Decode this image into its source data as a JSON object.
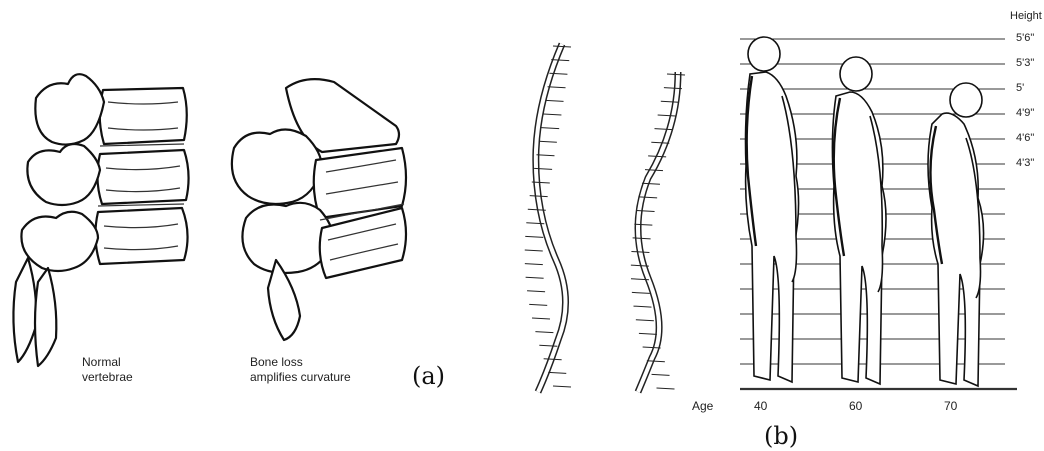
{
  "panel_a": {
    "label": "(a)",
    "left_caption": [
      "Normal",
      "vertebrae"
    ],
    "right_caption": [
      "Bone loss",
      "amplifies curvature"
    ]
  },
  "panel_b": {
    "label": "(b)",
    "height_title": "Height",
    "height_marks": [
      "5'6\"",
      "5'3\"",
      "5'",
      "4'9\"",
      "4'6\"",
      "4'3\""
    ],
    "age_title": "Age",
    "ages": [
      "40",
      "60",
      "70"
    ]
  }
}
